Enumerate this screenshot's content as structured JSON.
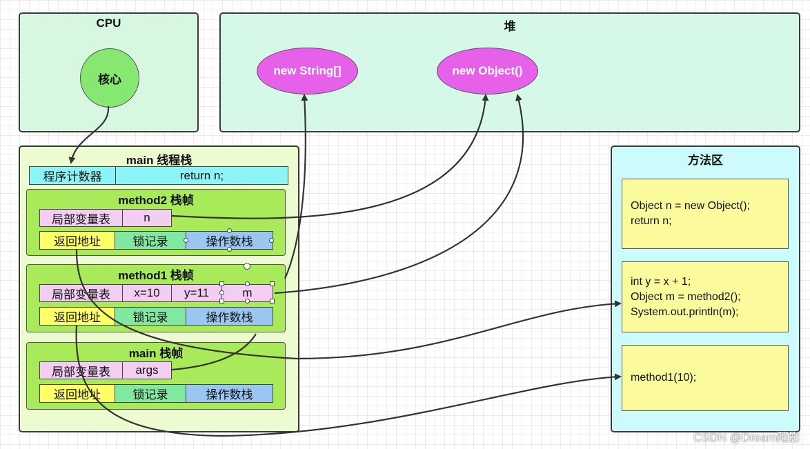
{
  "cpu": {
    "title": "CPU",
    "core": "核心"
  },
  "heap": {
    "title": "堆",
    "obj1": "new String[]",
    "obj2": "new Object()"
  },
  "stack": {
    "title": "main 线程栈",
    "pc_label": "程序计数器",
    "pc_value": "return n;",
    "frames": [
      {
        "title": "method2 栈帧",
        "locals_label": "局部变量表",
        "locals": [
          "n"
        ],
        "ret": "返回地址",
        "lock": "锁记录",
        "ops": "操作数栈"
      },
      {
        "title": "method1 栈帧",
        "locals_label": "局部变量表",
        "locals": [
          "x=10",
          "y=11",
          "m"
        ],
        "ret": "返回地址",
        "lock": "锁记录",
        "ops": "操作数栈"
      },
      {
        "title": "main 栈帧",
        "locals_label": "局部变量表",
        "locals": [
          "args"
        ],
        "ret": "返回地址",
        "lock": "锁记录",
        "ops": "操作数栈"
      }
    ]
  },
  "method_area": {
    "title": "方法区",
    "blocks": [
      [
        "Object n = new Object();",
        "return n;"
      ],
      [
        "int y = x + 1;",
        "Object m = method2();",
        "System.out.println(m);"
      ],
      [
        "method1(10);"
      ]
    ]
  },
  "watermark": "CSDN @Dream陌影",
  "colors": {
    "cpu_bg": "#d8f7e0",
    "heap_bg": "#d6f8e8",
    "stack_bg": "#ecfbd0",
    "frame_bg": "#a8ea5a",
    "method_area_bg": "#cdfbfb",
    "ellipse_purple": "#e660ea",
    "core_green": "#86e870"
  }
}
